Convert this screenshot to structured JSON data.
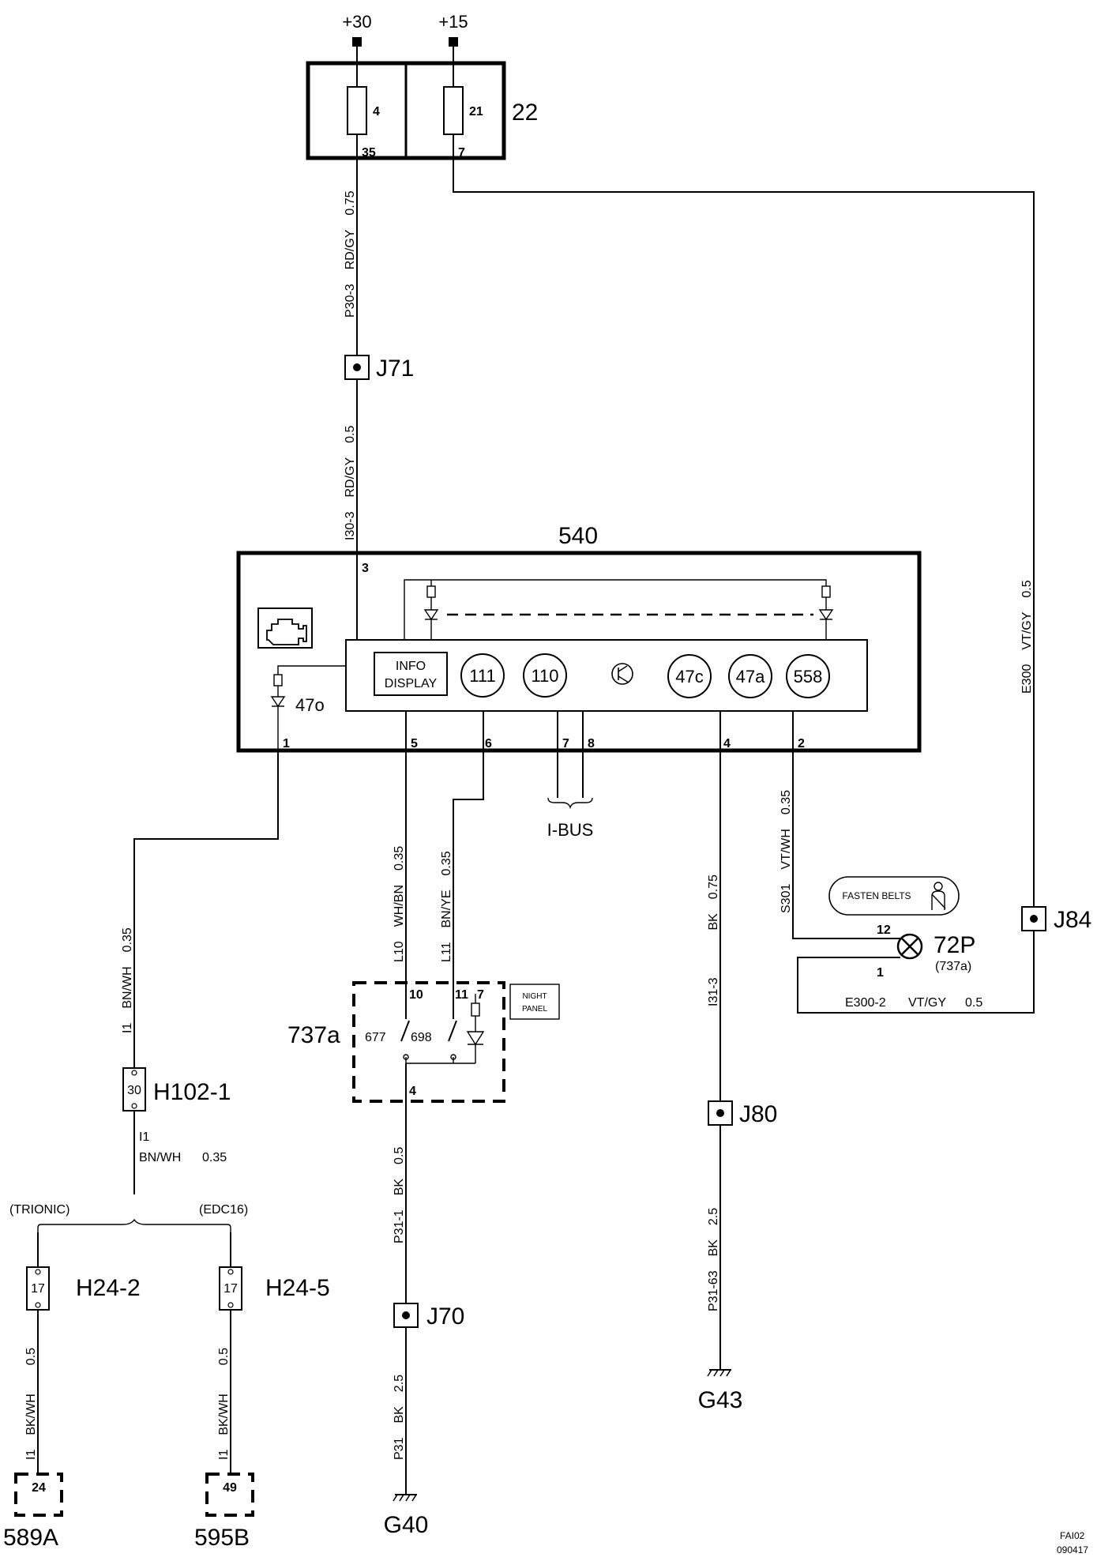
{
  "supply": {
    "plus30": "+30",
    "plus15": "+15"
  },
  "fusebox": {
    "id": "22",
    "fuse_a": "4",
    "fuse_a_pin": "35",
    "fuse_b": "21",
    "fuse_b_pin": "7"
  },
  "wires": {
    "p30_3": [
      "P30-3",
      "RD/GY",
      "0.75"
    ],
    "i30_3": [
      "I30-3",
      "RD/GY",
      "0.5"
    ],
    "e300": [
      "E300",
      "VT/GY",
      "0.5"
    ],
    "e300_2": [
      "E300-2",
      "VT/GY",
      "0.5"
    ],
    "i1_upper": [
      "I1",
      "BN/WH",
      "0.35"
    ],
    "i1_lower": [
      "I1",
      "BN/WH",
      "0.35"
    ],
    "l10": [
      "L10",
      "WH/BN",
      "0.35"
    ],
    "l11": [
      "L11",
      "BN/YE",
      "0.35"
    ],
    "i31_3": [
      "I31-3",
      "BK",
      "0.75"
    ],
    "s301": [
      "S301",
      "VT/WH",
      "0.35"
    ],
    "p31_1": [
      "P31-1",
      "BK",
      "0.5"
    ],
    "p31": [
      "P31",
      "BK",
      "2.5"
    ],
    "p31_63": [
      "P31-63",
      "BK",
      "2.5"
    ],
    "i1_a": [
      "I1",
      "BK/WH",
      "0.5"
    ],
    "i1_b": [
      "I1",
      "BK/WH",
      "0.5"
    ]
  },
  "junctions": {
    "j71": "J71",
    "j84": "J84",
    "j80": "J80",
    "j70": "J70"
  },
  "module540": {
    "id": "540",
    "pin_top": "3",
    "info_display": [
      "INFO",
      "DISPLAY"
    ],
    "gauges": [
      "111",
      "110",
      "47c",
      "47a",
      "558"
    ],
    "lamp": "47o",
    "pins_bottom": [
      "1",
      "5",
      "6",
      "7",
      "8",
      "4",
      "2"
    ]
  },
  "ibus": "I-BUS",
  "lamp72p": {
    "id": "72P",
    "ref": "(737a)",
    "pin_a": "12",
    "pin_b": "1",
    "badge": "FASTEN BELTS"
  },
  "switch737a": {
    "id": "737a",
    "pins_top": [
      "10",
      "11",
      "7"
    ],
    "pin_bottom": "4",
    "sw_a": "677",
    "sw_b": "698",
    "panel": [
      "NIGHT",
      "PANEL"
    ]
  },
  "h102": {
    "id": "H102-1",
    "pin": "30"
  },
  "branches": {
    "left": "(TRIONIC)",
    "right": "(EDC16)"
  },
  "h24_2": {
    "id": "H24-2",
    "pin": "17"
  },
  "h24_5": {
    "id": "H24-5",
    "pin": "17"
  },
  "c589a": {
    "id": "589A",
    "pin": "24"
  },
  "c595b": {
    "id": "595B",
    "pin": "49"
  },
  "grounds": {
    "g40": "G40",
    "g43": "G43"
  },
  "footer": {
    "code": "FAI02",
    "date": "090417"
  }
}
